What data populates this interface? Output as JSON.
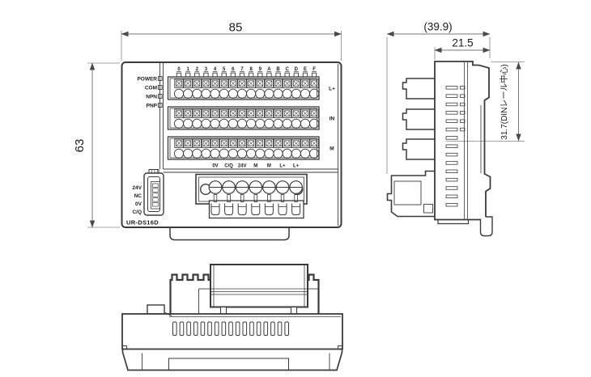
{
  "drawing": {
    "model": "UR-DS16D",
    "front_view": {
      "dim_width_mm": "85",
      "dim_height_mm": "63",
      "status_labels": [
        "POWER",
        "COM",
        "NPN",
        "PNP"
      ],
      "channel_labels": [
        "0",
        "1",
        "2",
        "3",
        "4",
        "5",
        "6",
        "7",
        "8",
        "9",
        "A",
        "B",
        "C",
        "D",
        "E",
        "F"
      ],
      "terminal_row_labels": [
        "L+",
        "IN",
        "M"
      ],
      "power_terminal_labels": [
        "0V",
        "C/Q",
        "24V",
        "M",
        "M",
        "L+",
        "L+"
      ],
      "connector_pin_labels": [
        "24V",
        "NC",
        "0V",
        "C/Q"
      ]
    },
    "side_view": {
      "dim_total_depth_mm": "(39.9)",
      "dim_body_depth_mm": "21.5",
      "dim_din_rail_mm": "31.7(DINレール中心)"
    },
    "colors": {
      "line": "#3b3b3b",
      "dim_line": "#4a4a4a",
      "text": "#1a1a1a",
      "background": "#ffffff"
    }
  }
}
